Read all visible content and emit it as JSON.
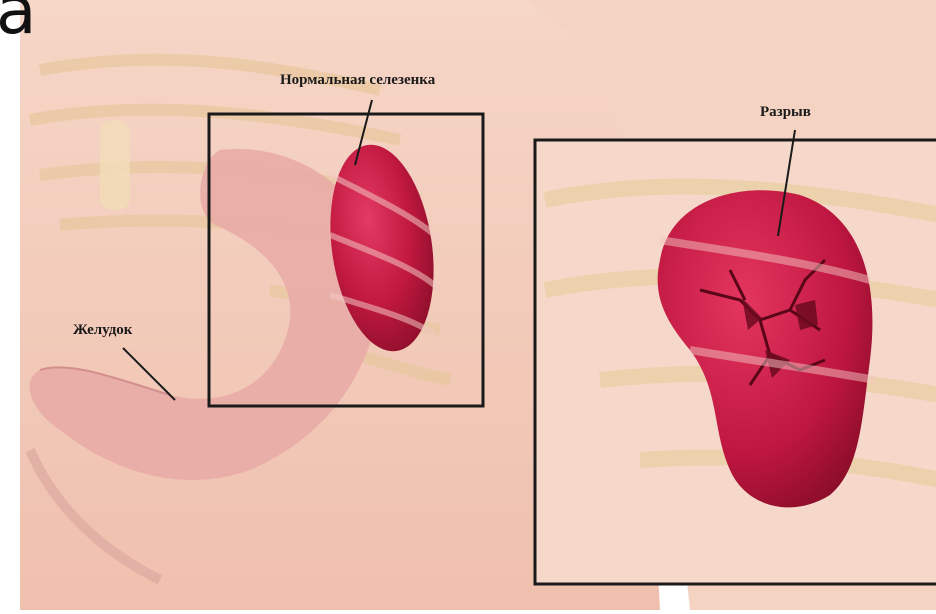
{
  "labels": {
    "corner_fragment": "a",
    "normal_spleen": "Нормальная селезенка",
    "rupture": "Разрыв",
    "stomach": "Желудок"
  },
  "colors": {
    "skin": "#f3c9b8",
    "skin_light": "#f8e0d4",
    "bone": "#f0d9b5",
    "spleen": "#c0183f",
    "spleen_dark": "#8e0f2b",
    "stomach": "#e9a9a6",
    "frame": "#1a1a1a"
  }
}
